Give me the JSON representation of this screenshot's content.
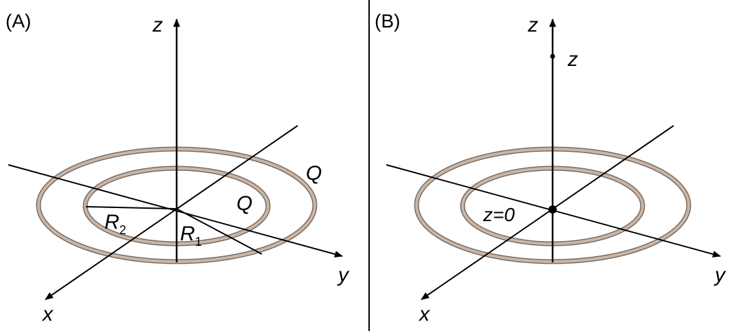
{
  "panel_a": {
    "label": "(A)",
    "axis_x": "x",
    "axis_y": "y",
    "axis_z": "z",
    "charge_outer": "Q",
    "charge_inner": "Q",
    "radius_inner_sym": "R",
    "radius_inner_sub": "1",
    "radius_outer_sym": "R",
    "radius_outer_sub": "2"
  },
  "panel_b": {
    "label": "(B)",
    "axis_x": "x",
    "axis_y": "y",
    "axis_z": "z",
    "point_label": "z",
    "origin_label": "z=0"
  },
  "colors": {
    "ring": "#b5a394",
    "ring_edge": "#7d6a5c",
    "line": "#000000"
  }
}
